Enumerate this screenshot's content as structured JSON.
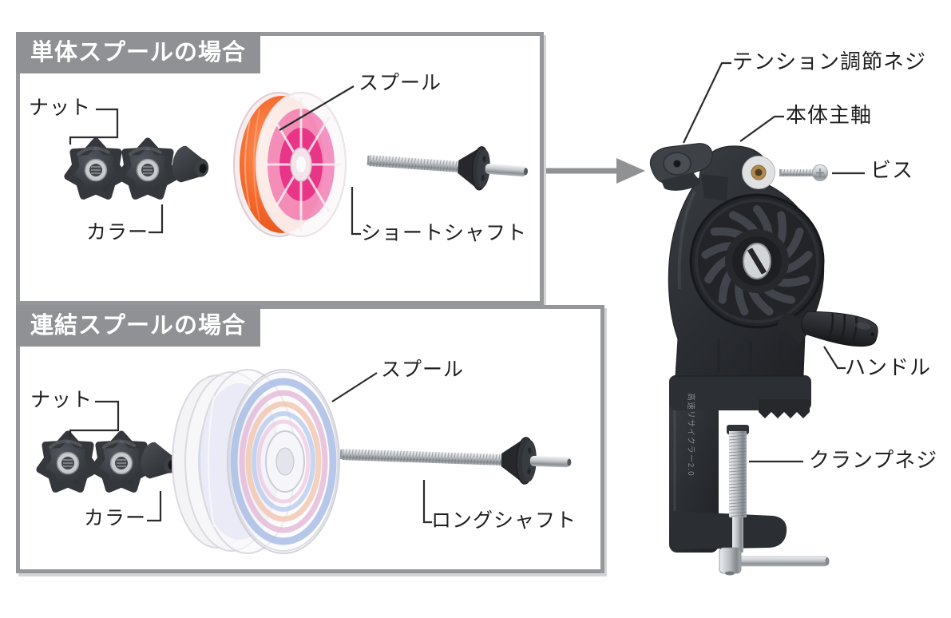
{
  "panel_single": {
    "header": "単体スプールの場合",
    "nut_label": "ナット",
    "collar_label": "カラー",
    "spool_label": "スプール",
    "shaft_label": "ショートシャフト"
  },
  "panel_linked": {
    "header": "連結スプールの場合",
    "nut_label": "ナット",
    "collar_label": "カラー",
    "spool_label": "スプール",
    "shaft_label": "ロングシャフト"
  },
  "device": {
    "tension_label": "テンション調節ネジ",
    "spindle_label": "本体主軸",
    "screw_label": "ビス",
    "handle_label": "ハンドル",
    "clamp_label": "クランプネジ",
    "brand_text": "高速リサイクラー2.0"
  },
  "colors": {
    "frame": "#95979a",
    "header_bg": "#8f9194",
    "header_text": "#ffffff",
    "label_text": "#1f1f1f",
    "arrow": "#8f9193",
    "device_body": "#2b2d31",
    "spool_line_orange": "#f4682a",
    "spool_core_pink": "#e8257e",
    "linked_line_blue": "#4a74c8",
    "linked_line_pink": "#c86aa8",
    "linked_line_orange": "#e8854e",
    "metal": "#c2c6ca",
    "gear_brass": "#ad8b50"
  }
}
